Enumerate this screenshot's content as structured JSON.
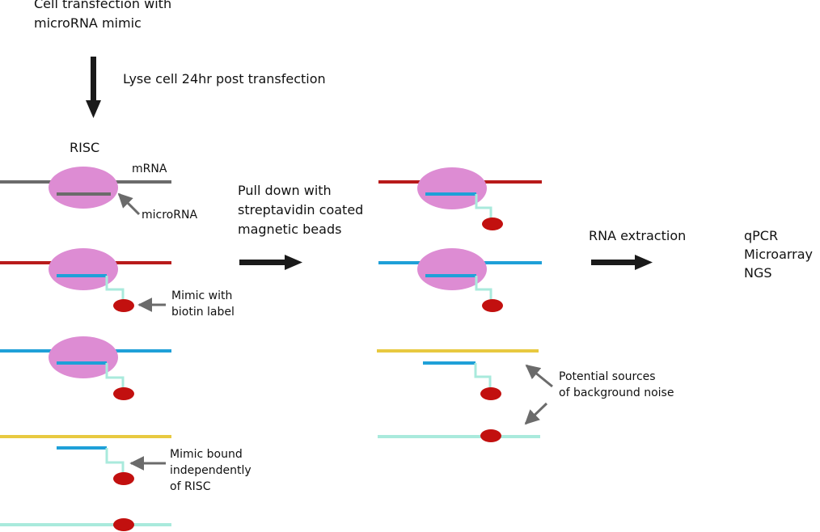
{
  "title_lines": [
    "Cell transfection with",
    "microRNA mimic"
  ],
  "step_lyse": "Lyse cell 24hr post transfection",
  "risc_label": "RISC",
  "mrna_label": "mRNA",
  "microrna_label": "microRNA",
  "mimic_biotin_lines": [
    "Mimic with",
    "biotin label"
  ],
  "mimic_independent_lines": [
    "Mimic bound",
    "independently",
    "of RISC"
  ],
  "pulldown_lines": [
    "Pull down with",
    "streptavidin coated",
    "magnetic beads"
  ],
  "noise_lines": [
    "Potential sources",
    "of background noise"
  ],
  "rna_extraction": "RNA extraction",
  "methods": [
    "qPCR",
    "Microarray",
    "NGS"
  ],
  "colors": {
    "risc": "#dd8cd3",
    "mrna_grey": "#6b6b6b",
    "mrna_red": "#b81a1a",
    "mrna_blue": "#1fa0d8",
    "mrna_yellow": "#e8c940",
    "mrna_teal": "#a9eadc",
    "microrna_grey": "#6b6b6b",
    "mimic_blue": "#1fa0d8",
    "linker": "#a9eadc",
    "biotin": "#c2100f",
    "arrow_black": "#1a1a1a",
    "arrow_grey": "#6b6b6b"
  }
}
